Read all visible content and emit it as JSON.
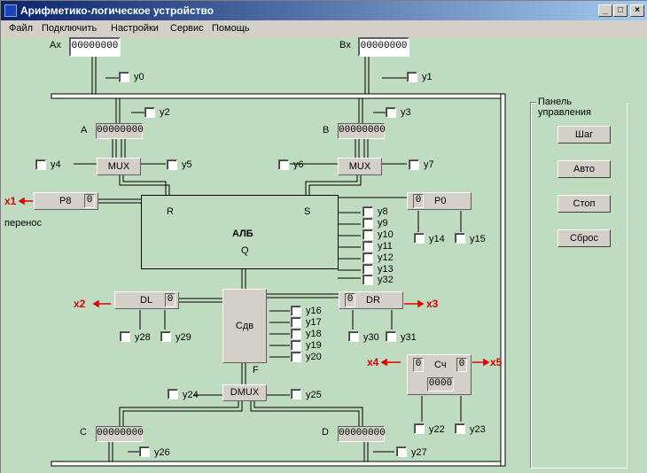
{
  "window": {
    "title": "Арифметико-логическое устройство",
    "btn_min": "_",
    "btn_max": "□",
    "btn_close": "×"
  },
  "menu": [
    "Файл",
    "Подключить",
    "Настройки",
    "Сервис",
    "Помощь"
  ],
  "inputs": {
    "ax_label": "Ax",
    "ax_value": "00000000",
    "bx_label": "Bx",
    "bx_value": "00000000"
  },
  "registers": {
    "a_label": "A",
    "a_value": "00000000",
    "b_label": "B",
    "b_value": "00000000",
    "c_label": "C",
    "c_value": "00000000",
    "d_label": "D",
    "d_value": "00000000",
    "p8_label": "P8",
    "p8_value": "0",
    "p0_label": "P0",
    "p0_value": "0",
    "dl_label": "DL",
    "dl_value": "0",
    "dr_label": "DR",
    "dr_value": "0",
    "sch_label": "Сч",
    "sch_left": "0",
    "sch_right": "0",
    "sch_value": "0000"
  },
  "blocks": {
    "mux_left": "MUX",
    "mux_right": "MUX",
    "alu": "АЛБ",
    "alu_r": "R",
    "alu_s": "S",
    "alu_q": "Q",
    "shift": "Сдв",
    "shift_f": "F",
    "dmux": "DMUX"
  },
  "carry_label": "перенос",
  "outputs": {
    "x1": "x1",
    "x2": "x2",
    "x3": "x3",
    "x4": "x4",
    "x5": "x5"
  },
  "signals": {
    "y0": "y0",
    "y1": "y1",
    "y2": "y2",
    "y3": "y3",
    "y4": "y4",
    "y5": "y5",
    "y6": "y6",
    "y7": "y7",
    "y8": "y8",
    "y9": "y9",
    "y10": "y10",
    "y11": "y11",
    "y12": "y12",
    "y13": "y13",
    "y32": "y32",
    "y14": "y14",
    "y15": "y15",
    "y16": "y16",
    "y17": "y17",
    "y18": "y18",
    "y19": "y19",
    "y20": "y20",
    "y22": "y22",
    "y23": "y23",
    "y24": "y24",
    "y25": "y25",
    "y26": "y26",
    "y27": "y27",
    "y28": "y28",
    "y29": "y29",
    "y30": "y30",
    "y31": "y31"
  },
  "control_panel": {
    "title": "Панель управления",
    "step": "Шаг",
    "auto": "Авто",
    "stop": "Стоп",
    "reset": "Сброс"
  }
}
